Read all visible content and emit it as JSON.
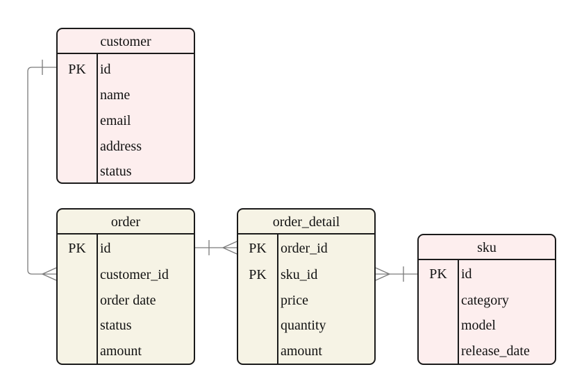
{
  "colors": {
    "pink": "#fdeeee",
    "cream": "#f6f3e5",
    "line": "#7a7a7a",
    "border": "#1a1a1a"
  },
  "entities": {
    "customer": {
      "title": "customer",
      "rows": [
        {
          "key": "PK",
          "field": "id"
        },
        {
          "key": "",
          "field": "name"
        },
        {
          "key": "",
          "field": "email"
        },
        {
          "key": "",
          "field": "address"
        },
        {
          "key": "",
          "field": "status"
        }
      ]
    },
    "order": {
      "title": "order",
      "rows": [
        {
          "key": "PK",
          "field": "id"
        },
        {
          "key": "",
          "field": "customer_id"
        },
        {
          "key": "",
          "field": "order date"
        },
        {
          "key": "",
          "field": "status"
        },
        {
          "key": "",
          "field": "amount"
        }
      ]
    },
    "order_detail": {
      "title": "order_detail",
      "rows": [
        {
          "key": "PK",
          "field": "order_id"
        },
        {
          "key": "PK",
          "field": "sku_id"
        },
        {
          "key": "",
          "field": "price"
        },
        {
          "key": "",
          "field": "quantity"
        },
        {
          "key": "",
          "field": "amount"
        }
      ]
    },
    "sku": {
      "title": "sku",
      "rows": [
        {
          "key": "PK",
          "field": "id"
        },
        {
          "key": "",
          "field": "category"
        },
        {
          "key": "",
          "field": "model"
        },
        {
          "key": "",
          "field": "release_date"
        }
      ]
    }
  }
}
